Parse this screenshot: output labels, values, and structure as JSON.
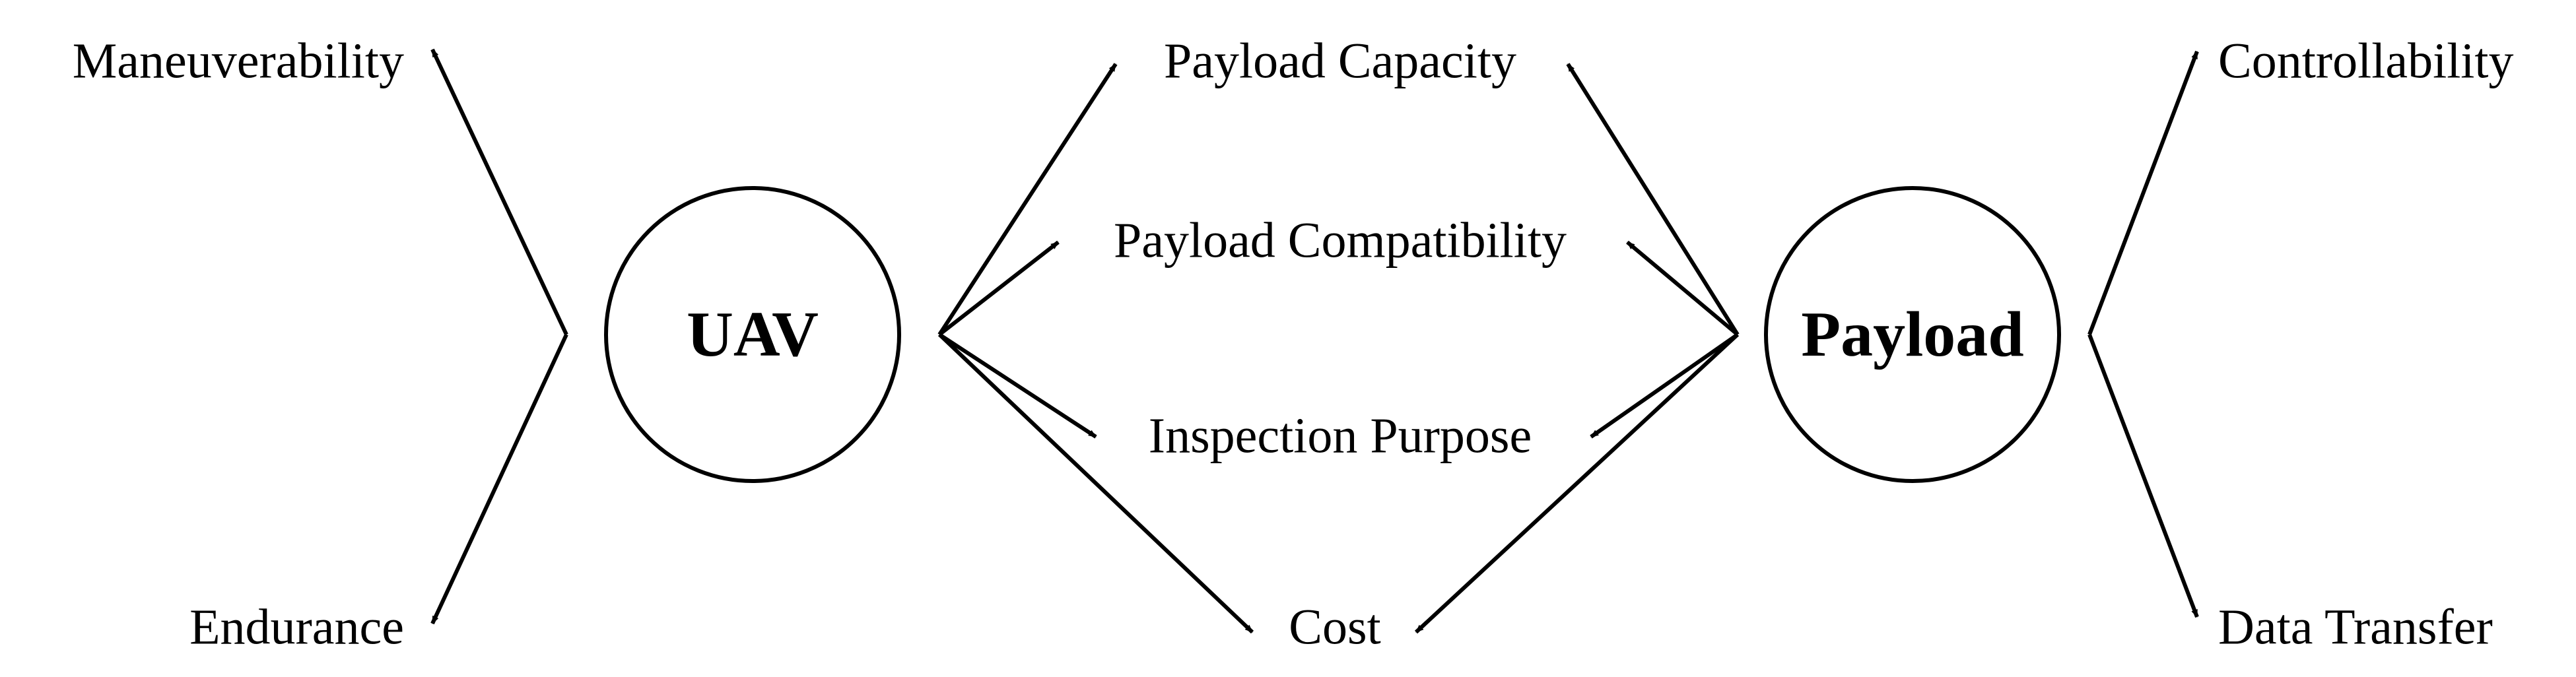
{
  "nodes": {
    "uav": "UAV",
    "payload": "Payload"
  },
  "labels": {
    "maneuverability": "Maneuverability",
    "endurance": "Endurance",
    "payload_capacity": "Payload Capacity",
    "payload_compatibility": "Payload Compatibility",
    "inspection_purpose": "Inspection Purpose",
    "cost": "Cost",
    "controllability": "Controllability",
    "data_transfer": "Data Transfer"
  },
  "colors": {
    "stroke": "#000000",
    "background": "#ffffff"
  }
}
